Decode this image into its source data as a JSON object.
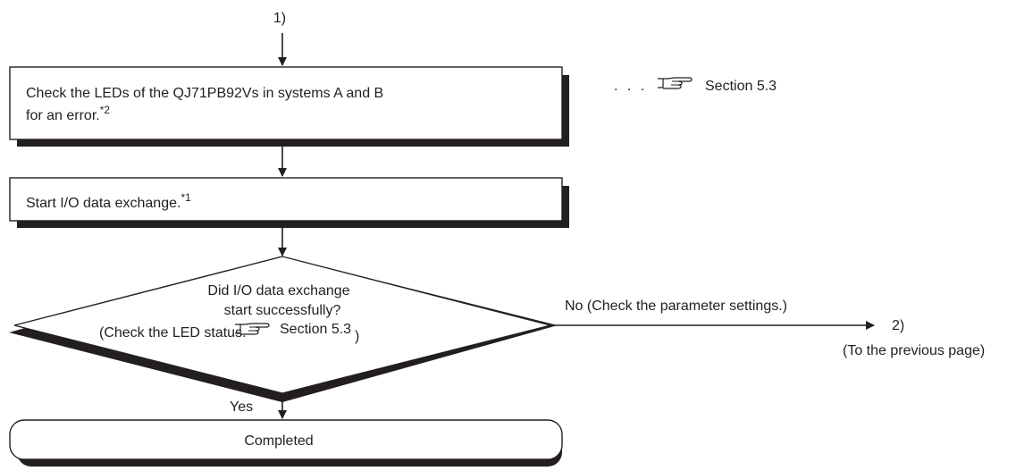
{
  "connectors": {
    "top": "1)",
    "right": "2)",
    "right_note": "(To the previous page)"
  },
  "step1": {
    "line1": "Check the LEDs of the QJ71PB92Vs in systems A and B",
    "line2": "for an error.",
    "footnote": "*2",
    "ref_dots": ". . .",
    "ref_text": "Section 5.3"
  },
  "step2": {
    "text": "Start I/O data exchange.",
    "footnote": "*1"
  },
  "decision": {
    "line1": "Did I/O data exchange",
    "line2": "start successfully?",
    "line3_prefix": "(Check the LED status.",
    "line3_ref": "Section 5.3",
    "line3_suffix": ")",
    "no_label": "No (Check the parameter settings.)",
    "yes_label": "Yes"
  },
  "terminal": {
    "text": "Completed"
  }
}
